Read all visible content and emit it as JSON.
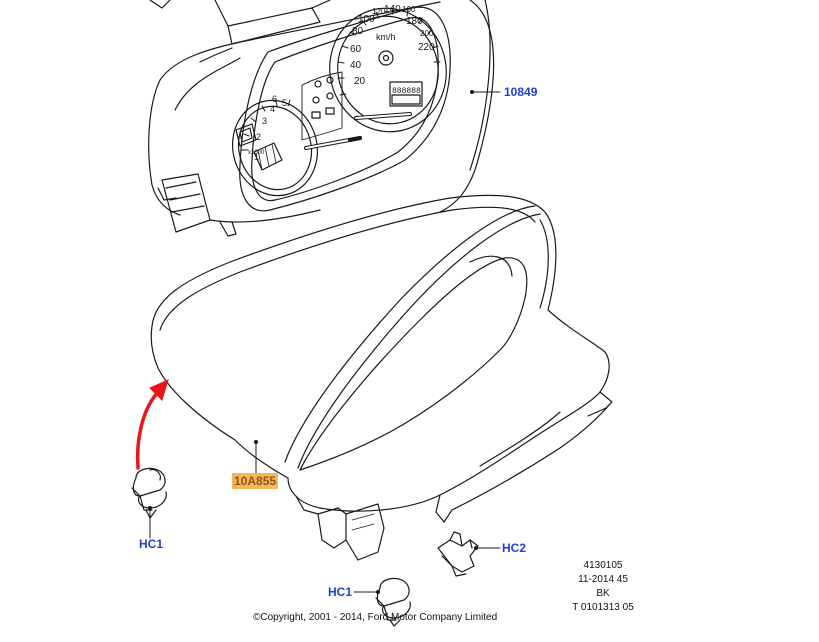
{
  "callouts": {
    "cluster": "10849",
    "shroud": "10A855",
    "clip_left": "HC1",
    "clip_right": "HC2",
    "clip_bottom": "HC1"
  },
  "gauge_text": {
    "kmh": "km/h",
    "speed_ticks": [
      "20",
      "40",
      "60",
      "80",
      "100",
      "120",
      "140",
      "160",
      "180",
      "200",
      "220"
    ],
    "tach_ticks": [
      "1",
      "2",
      "3",
      "4",
      "5",
      "6"
    ],
    "odometer": "888888",
    "tach_scale": "x1000"
  },
  "document_info": {
    "lines": [
      "4130105",
      "11-2014 45",
      "BK",
      "T 0101313 05"
    ]
  },
  "copyright": "©Copyright, 2001 - 2014, Ford Motor Company Limited",
  "colors": {
    "callout_blue": "#1f3fd6",
    "highlight_orange": "#f5b55a",
    "arrow_red": "#e8151b",
    "line": "#1a1a1a"
  }
}
